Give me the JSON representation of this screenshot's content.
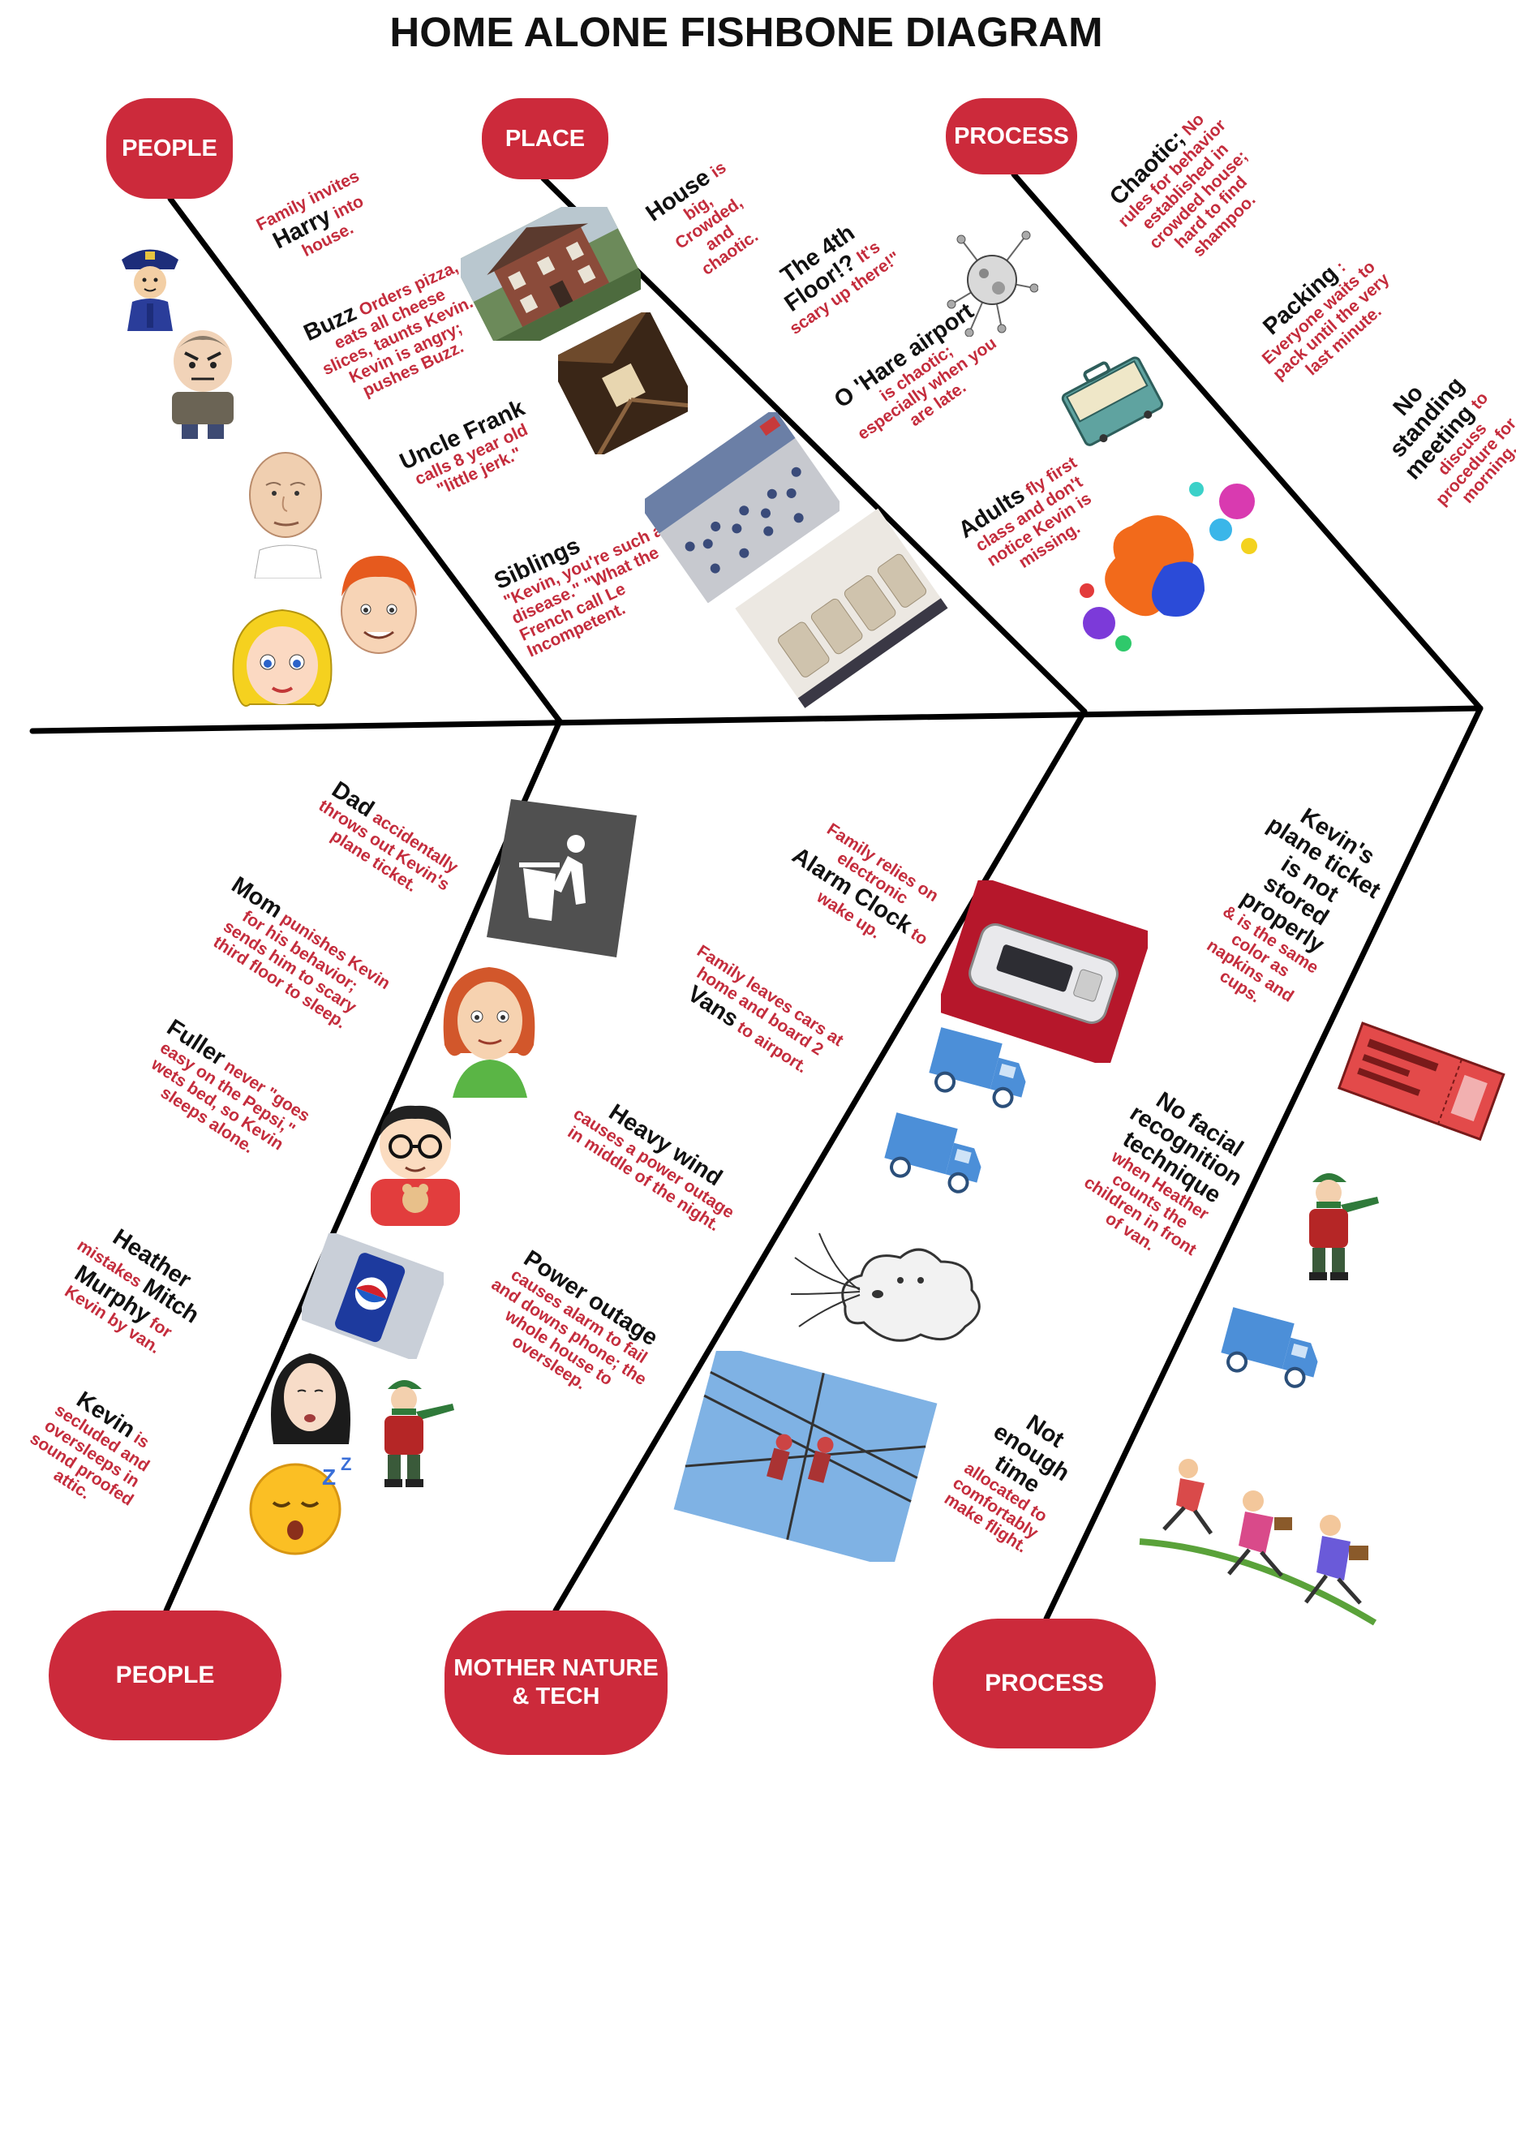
{
  "title": "HOME ALONE FISHBONE DIAGRAM",
  "categories": {
    "top_people": "PEOPLE",
    "top_place": "PLACE",
    "top_process": "PROCESS",
    "bottom_people": "PEOPLE",
    "bottom_mother_nature": "MOTHER NATURE & TECH",
    "bottom_process": "PROCESS"
  },
  "colors": {
    "accent": "#cc2a3b",
    "note_text": "#c42c3c",
    "key_text": "#111111",
    "bone_line": "#000000"
  },
  "notes": {
    "harry": {
      "pre": "Family invites",
      "key": "Harry",
      "post": "into house."
    },
    "buzz": {
      "key": "Buzz",
      "post": "Orders pizza, eats all cheese slices, taunts Kevin. Kevin is angry; pushes Buzz."
    },
    "frank": {
      "key": "Uncle Frank",
      "post": "calls 8 year old \"little jerk.\""
    },
    "siblings": {
      "key": "Siblings",
      "post": "\"Kevin, you're such a disease.\"  \"What the French call Le Incompetent."
    },
    "house": {
      "key": "House",
      "post": "is big, Crowded, and chaotic."
    },
    "floor4": {
      "key": "The 4th Floor!?",
      "post": "It's scary up there!\""
    },
    "ohare": {
      "key": "O 'Hare airport",
      "post": "is chaotic; especially when you are late."
    },
    "adults": {
      "key": "Adults",
      "post": "fly first class and don't notice Kevin is missing."
    },
    "chaotic": {
      "key": "Chaotic;",
      "post": "No rules for behavior established in crowded house; hard to find shampoo."
    },
    "packing": {
      "key": "Packing",
      "post": ": Everyone waits to pack until the very last minute."
    },
    "meeting": {
      "key": "No standing meeting",
      "post": "to discuss procedure for morning."
    },
    "dad": {
      "key": "Dad",
      "post": "accidentally throws out Kevin's plane ticket."
    },
    "mom": {
      "key": "Mom",
      "post": "punishes Kevin for his behavior; sends him to scary third floor to sleep."
    },
    "fuller": {
      "key": "Fuller",
      "post": "never \"goes easy on the Pepsi,\" wets bed, so Kevin sleeps alone."
    },
    "heather": {
      "key": "Heather",
      "mid": "mistakes",
      "key2": "Mitch Murphy",
      "post": "for Kevin by van."
    },
    "kevin": {
      "key": "Kevin",
      "post": "is secluded and oversleeps in sound proofed attic."
    },
    "alarm": {
      "pre": "Family relies on electronic",
      "key": "Alarm Clock",
      "post": "to wake up."
    },
    "vans": {
      "pre": "Family leaves cars at home and board 2",
      "key": "Vans",
      "post": "to airport."
    },
    "wind": {
      "key": "Heavy wind",
      "post": "causes a power outage in middle of the night."
    },
    "outage": {
      "key": "Power outage",
      "post": "causes alarm to fail and downs phone; the whole house to oversleep."
    },
    "ticket": {
      "key": "Kevin's plane ticket is not stored properly",
      "post": "& is the same color as napkins and cups."
    },
    "facial": {
      "key": "No facial recognition technique",
      "post": "when Heather counts the children in front of van."
    },
    "time": {
      "key": "Not enough time",
      "post": "allocated to comfortably make flight."
    }
  },
  "icons": {
    "police": "police-officer-icon",
    "boy_angry": "angry-boy-icon",
    "bald_man": "bald-man-icon",
    "redhead_boy": "redhead-boy-icon",
    "blonde_girl": "blonde-girl-icon",
    "house_photo": "house-photo",
    "attic_photo": "attic-photo",
    "airport_photo": "airport-photo",
    "plane_photo": "airplane-cabin-photo",
    "virus": "virus-icon",
    "suitcase": "suitcase-icon",
    "splash": "color-splash-icon",
    "trash": "trash-can-icon",
    "woman": "woman-cartoon-icon",
    "nerd_boy": "glasses-boy-icon",
    "pepsi": "pepsi-can-photo",
    "girl_face": "girl-face-icon",
    "kevin_winter": "kevin-winter-icon",
    "sleep": "sleeping-face-icon",
    "clock": "alarm-clock-photo",
    "truck": "truck-icon",
    "wind": "wind-cloud-icon",
    "power_lines": "power-line-workers-photo",
    "ticket": "plane-ticket-icon",
    "running": "running-family-icon"
  }
}
